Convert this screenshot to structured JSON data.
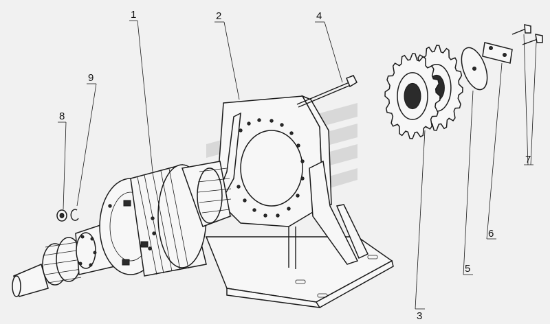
{
  "callouts": [
    {
      "id": "1",
      "label": "1"
    },
    {
      "id": "2",
      "label": "2"
    },
    {
      "id": "3",
      "label": "3"
    },
    {
      "id": "4",
      "label": "4"
    },
    {
      "id": "5",
      "label": "5"
    },
    {
      "id": "6",
      "label": "6"
    },
    {
      "id": "7",
      "label": "7"
    },
    {
      "id": "8",
      "label": "8"
    },
    {
      "id": "9",
      "label": "9"
    }
  ],
  "colors": {
    "background": "#f1f1f1",
    "ink": "#1a1a1a",
    "watermark": "#cfcfcf"
  }
}
